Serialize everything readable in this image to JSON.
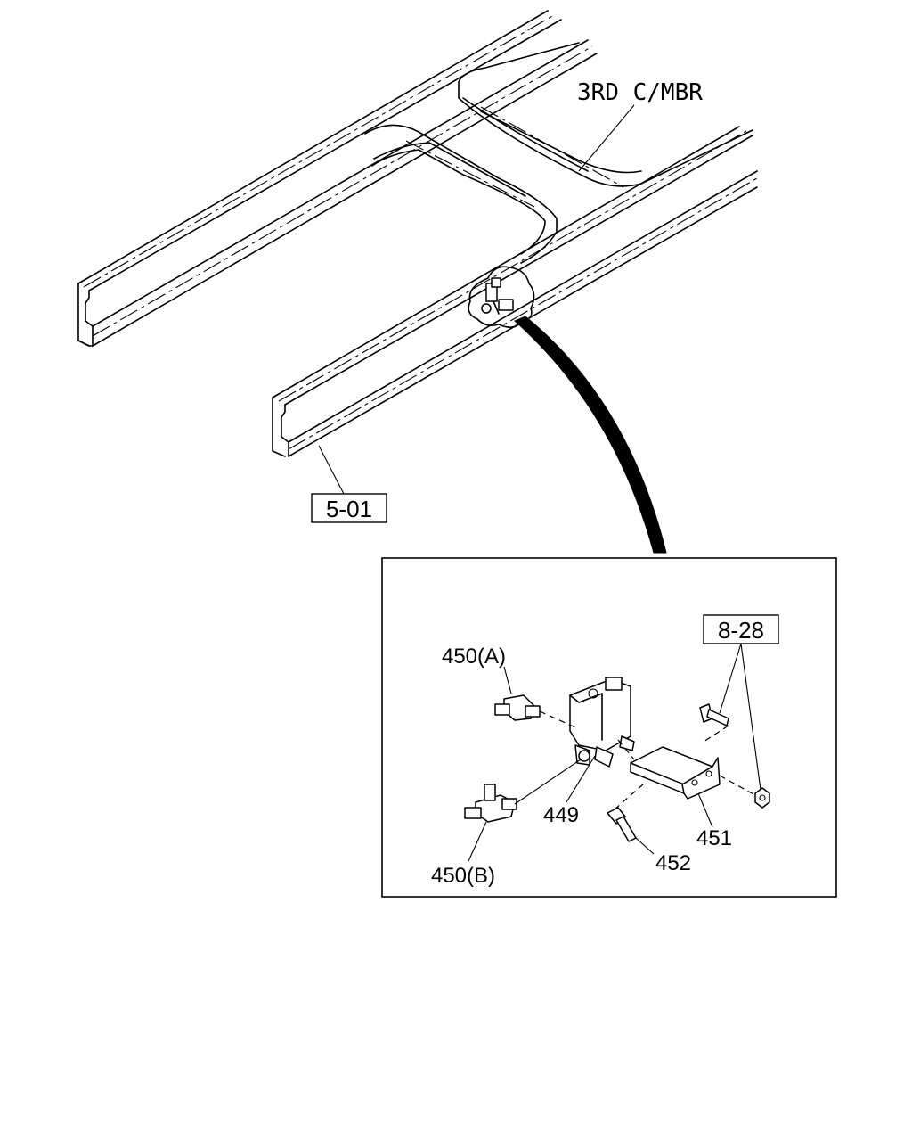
{
  "labels": {
    "crossmember": "3RD C/MBR",
    "ref_frame": "5-01",
    "ref_bolts": "8-28",
    "fitting_a": "450(A)",
    "fitting_b": "450(B)",
    "valve": "449",
    "bracket": "451",
    "bolt": "452"
  }
}
